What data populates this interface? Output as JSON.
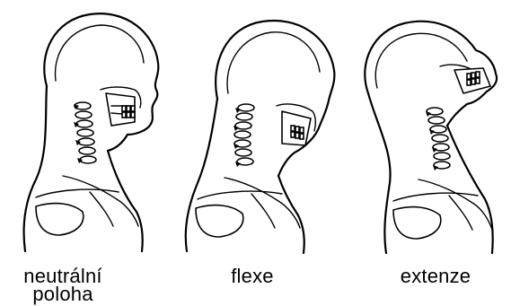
{
  "figure": {
    "panels": [
      {
        "id": "neutral",
        "caption": "neutrální\npoloha",
        "icon": "skull-neck-neutral-icon"
      },
      {
        "id": "flexion",
        "caption": "flexe",
        "icon": "skull-neck-flexion-icon"
      },
      {
        "id": "extension",
        "caption": "extenze",
        "icon": "skull-neck-extension-icon"
      }
    ]
  }
}
